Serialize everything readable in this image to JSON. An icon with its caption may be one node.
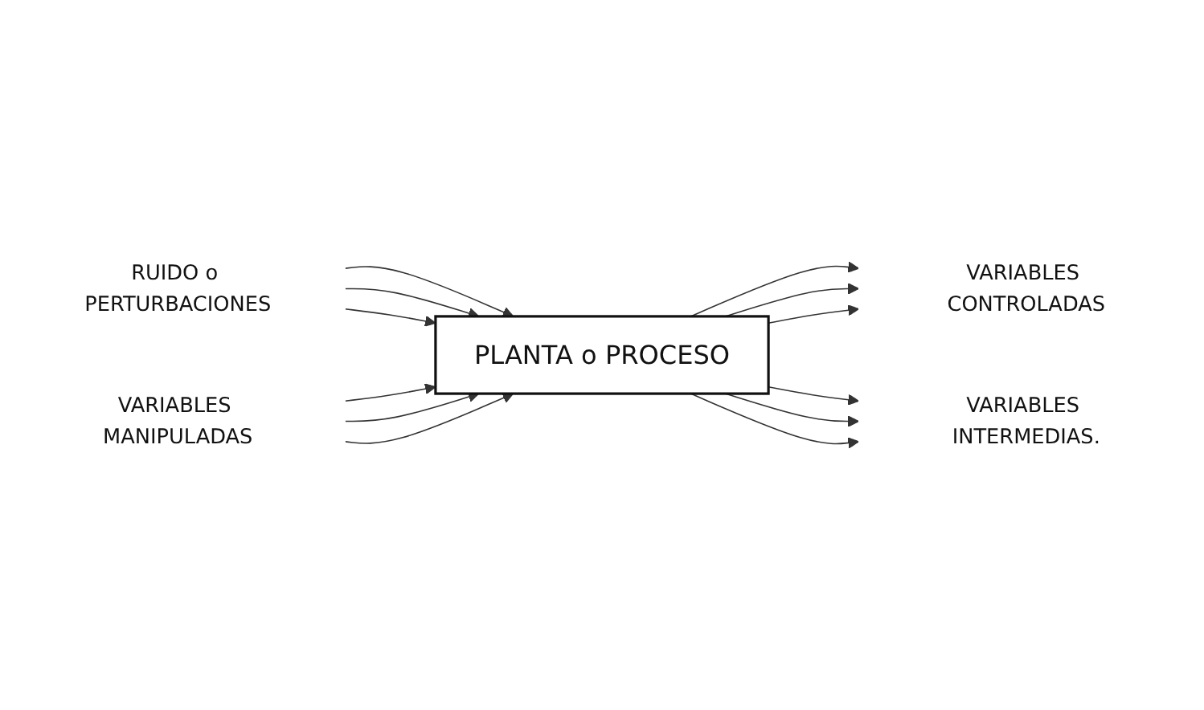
{
  "diagram": {
    "nodes": [
      {
        "text": [
          "RUIDO o PERTURBACIONES"
        ]
      },
      {
        "text": [
          "VARIABLES MANIPULADAS"
        ]
      },
      {
        "text": [
          "PLANTA o PROCESO"
        ]
      },
      {
        "text": [
          "VARIABLES CONTROLADAS"
        ]
      },
      {
        "text": [
          "VARIABLES INTERMEDIAS."
        ]
      }
    ],
    "edges": [
      {
        "from": 0,
        "to": 2,
        "arrow": "to"
      },
      {
        "from": 0,
        "to": 2,
        "arrow": "to"
      },
      {
        "from": 0,
        "to": 2,
        "arrow": "to"
      },
      {
        "from": 1,
        "to": 2,
        "arrow": "to"
      },
      {
        "from": 1,
        "to": 2,
        "arrow": "to"
      },
      {
        "from": 1,
        "to": 2,
        "arrow": "to"
      },
      {
        "from": 2,
        "to": 3,
        "arrow": "to"
      },
      {
        "from": 2,
        "to": 3,
        "arrow": "to"
      },
      {
        "from": 2,
        "to": 3,
        "arrow": "to"
      },
      {
        "from": 2,
        "to": 4,
        "arrow": "to"
      },
      {
        "from": 2,
        "to": 4,
        "arrow": "to"
      },
      {
        "from": 2,
        "to": 4,
        "arrow": "to"
      }
    ]
  }
}
